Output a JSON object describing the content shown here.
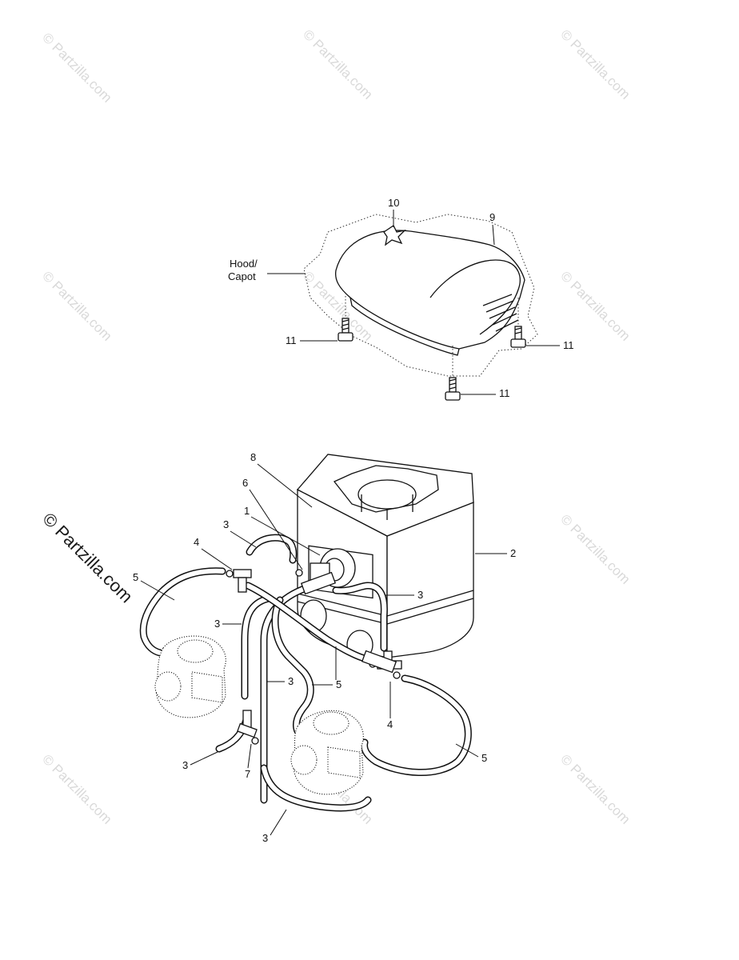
{
  "watermark": {
    "text": "Partzilla.com",
    "prefix": "©",
    "side_text": "© Partzilla.com"
  },
  "hood_label": {
    "line1": "Hood/",
    "line2": "Capot"
  },
  "callouts": {
    "c10": "10",
    "c9": "9",
    "c11a": "11",
    "c11b": "11",
    "c11c": "11",
    "c8": "8",
    "c6": "6",
    "c1": "1",
    "c3a": "3",
    "c4a": "4",
    "c5a": "5",
    "c2": "2",
    "c3b": "3",
    "c3c": "3",
    "c3d": "3",
    "c5b": "5",
    "c4b": "4",
    "c3e": "3",
    "c7": "7",
    "c5c": "5",
    "c3f": "3"
  },
  "colors": {
    "line": "#111111",
    "watermark": "#d9d9d9"
  }
}
